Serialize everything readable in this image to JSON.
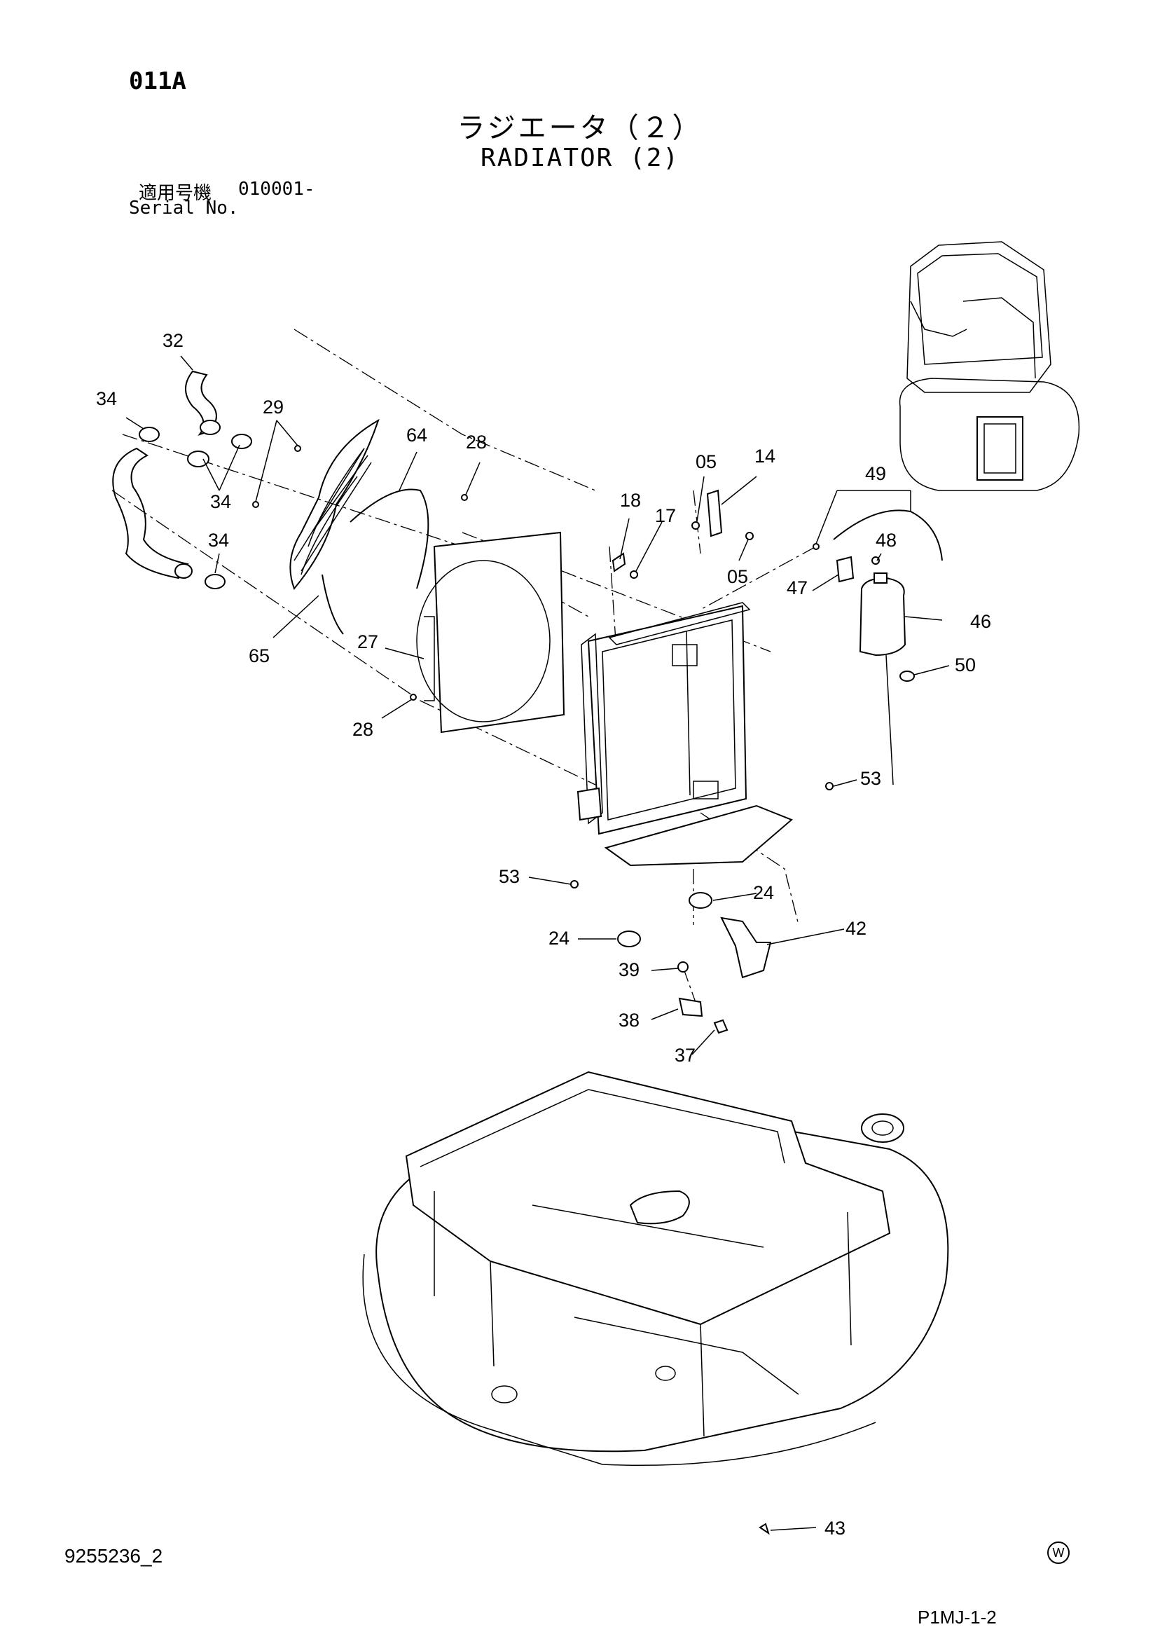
{
  "header": {
    "page_code": "011A",
    "title_jp": "ラジエータ（２）",
    "title_en": "RADIATOR (2)",
    "serial_label_jp": "適用号機",
    "serial_value": "010001-",
    "serial_label_en": "Serial No."
  },
  "callouts": {
    "p32": "32",
    "p34a": "34",
    "p29": "29",
    "p64": "64",
    "p28a": "28",
    "p34b": "34",
    "p34c": "34",
    "p65": "65",
    "p27": "27",
    "p28b": "28",
    "p05a": "05",
    "p14": "14",
    "p18": "18",
    "p17": "17",
    "p05b": "05",
    "p49": "49",
    "p48": "48",
    "p47": "47",
    "p46": "46",
    "p50": "50",
    "p53a": "53",
    "p53b": "53",
    "p24a": "24",
    "p42": "42",
    "p24b": "24",
    "p39": "39",
    "p38": "38",
    "p37": "37",
    "p43": "43"
  },
  "footer": {
    "doc_id": "9255236_2",
    "watermark": "W",
    "page_ref": "P1MJ-1-2"
  }
}
